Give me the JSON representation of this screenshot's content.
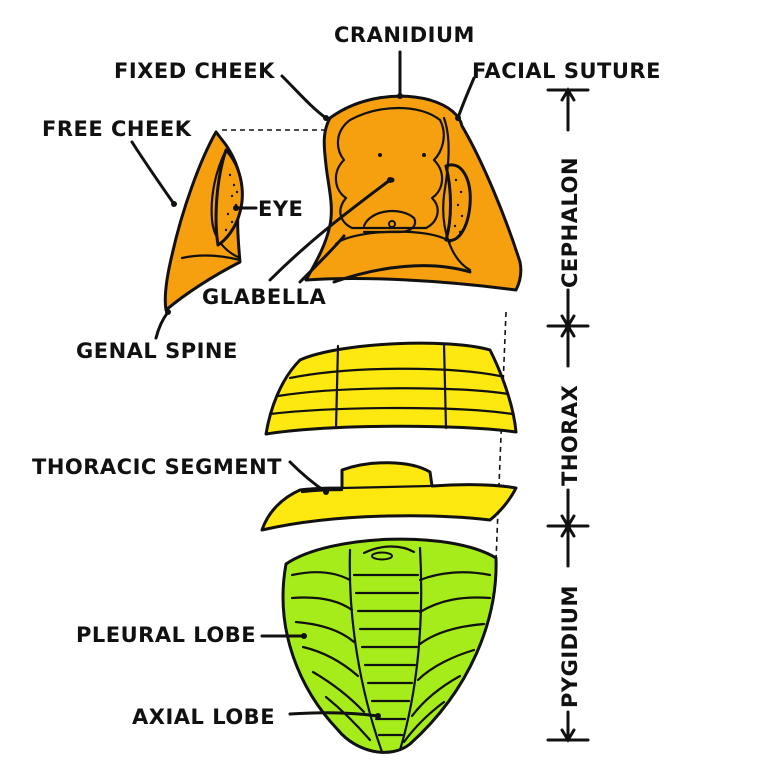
{
  "labels": {
    "cranidium": "CRANIDIUM",
    "fixed_cheek": "FIXED CHEEK",
    "facial_suture": "FACIAL SUTURE",
    "free_cheek": "FREE CHEEK",
    "eye": "EYE",
    "glabella": "GLABELLA",
    "genal_spine": "GENAL SPINE",
    "thoracic_segment": "THORACIC SEGMENT",
    "pleural_lobe": "PLEURAL LOBE",
    "axial_lobe": "AXIAL LOBE"
  },
  "regions": {
    "cephalon": "CEPHALON",
    "thorax": "THORAX",
    "pygidium": "PYGIDIUM"
  },
  "colors": {
    "cephalon": "#f7a00f",
    "thorax": "#fde90f",
    "pygidium": "#a6ec1a",
    "ink": "#111111"
  }
}
